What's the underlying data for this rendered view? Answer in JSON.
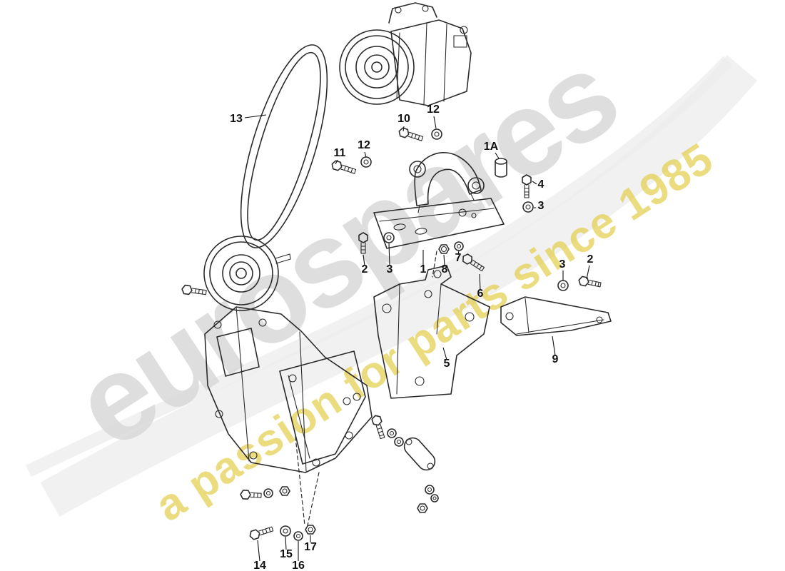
{
  "diagram": {
    "ink_color": "#2b2b2b",
    "label_color": "#111111"
  },
  "watermark": {
    "brand": "eurospares",
    "tagline": "a passion for parts since 1985",
    "brand_color": "#d9d9d9",
    "tagline_color": "#e4cf4e",
    "swoosh_color": "#ededed"
  },
  "callouts": {
    "belt": "13",
    "bolt_upper": "10",
    "washer_upper": "12",
    "bolt_left": "11",
    "washer_left": "12",
    "spacer": "1A",
    "bolt_top_right": "4",
    "washer_top_right": "3",
    "bolt_mid_left": "2",
    "washer_mid_left": "3",
    "bracket_main": "1",
    "nut_mid": "8",
    "washer_mid": "7",
    "bolt_mid": "6",
    "washer_right": "3",
    "bolt_right": "2",
    "bracket_support": "5",
    "bracket_angle": "9",
    "bolt_bottom": "14",
    "washer_bottom_a": "15",
    "washer_bottom_b": "16",
    "nut_bottom": "17"
  }
}
